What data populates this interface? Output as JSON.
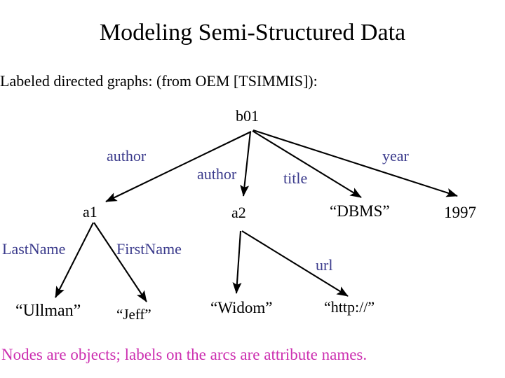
{
  "slide": {
    "title": "Modeling Semi-Structured Data",
    "subtitle": "Labeled directed graphs: (from OEM [TSIMMIS]):",
    "caption": "Nodes are objects; labels on the arcs are attribute names."
  },
  "colors": {
    "text": "#000000",
    "edge_label": "#3b3b8c",
    "caption": "#cc2fb0",
    "arrow": "#000000",
    "background": "#ffffff"
  },
  "graph": {
    "nodes": [
      {
        "id": "b01",
        "label": "b01",
        "kind": "object"
      },
      {
        "id": "a1",
        "label": "a1",
        "kind": "object"
      },
      {
        "id": "a2",
        "label": "a2",
        "kind": "object"
      },
      {
        "id": "dbms",
        "label": "“DBMS”",
        "kind": "value"
      },
      {
        "id": "year",
        "label": "1997",
        "kind": "value"
      },
      {
        "id": "ullman",
        "label": "“Ullman”",
        "kind": "value"
      },
      {
        "id": "jeff",
        "label": "“Jeff”",
        "kind": "value"
      },
      {
        "id": "widom",
        "label": "“Widom”",
        "kind": "value"
      },
      {
        "id": "http",
        "label": "“http://”",
        "kind": "value"
      }
    ],
    "edges": [
      {
        "from": "b01",
        "to": "a1",
        "label": "author"
      },
      {
        "from": "b01",
        "to": "a2",
        "label": "author"
      },
      {
        "from": "b01",
        "to": "dbms",
        "label": "title"
      },
      {
        "from": "b01",
        "to": "year",
        "label": "year"
      },
      {
        "from": "a1",
        "to": "ullman",
        "label": "LastName"
      },
      {
        "from": "a1",
        "to": "jeff",
        "label": "FirstName"
      },
      {
        "from": "a2",
        "to": "widom",
        "label": ""
      },
      {
        "from": "a2",
        "to": "http",
        "label": "url"
      }
    ]
  }
}
